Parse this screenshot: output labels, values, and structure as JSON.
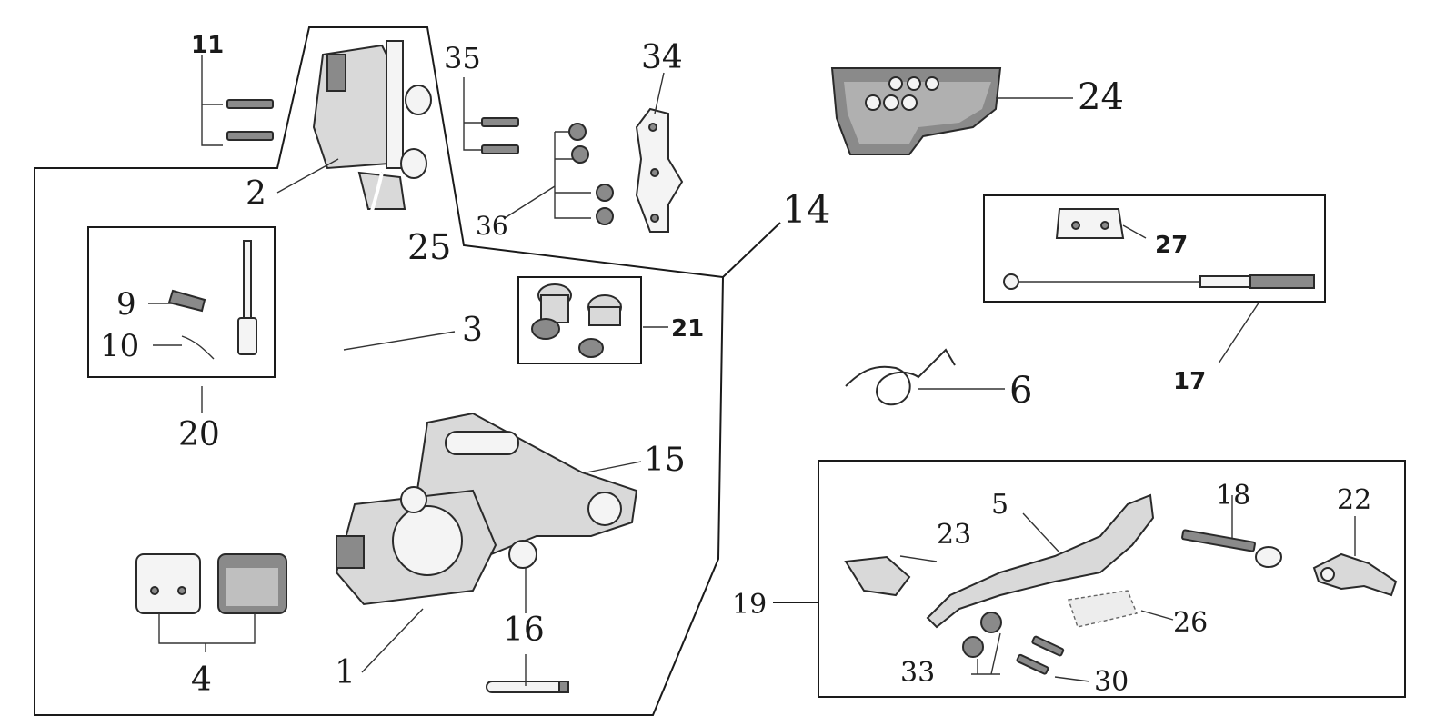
{
  "callouts": {
    "c1": "1",
    "c2": "2",
    "c3": "3",
    "c4": "4",
    "c5": "5",
    "c6": "6",
    "c9": "9",
    "c10": "10",
    "c11": "11",
    "c14": "14",
    "c15": "15",
    "c16": "16",
    "c17": "17",
    "c18": "18",
    "c19": "19",
    "c20": "20",
    "c21": "21",
    "c22": "22",
    "c23": "23",
    "c24": "24",
    "c25": "25",
    "c26": "26",
    "c27": "27",
    "c30": "30",
    "c33": "33",
    "c34": "34",
    "c35": "35",
    "c36": "36"
  },
  "colors": {
    "outline": "#1a1a1a",
    "part_fill": "#d9d9d9",
    "part_shadow": "#8a8a8a",
    "background": "#ffffff"
  }
}
